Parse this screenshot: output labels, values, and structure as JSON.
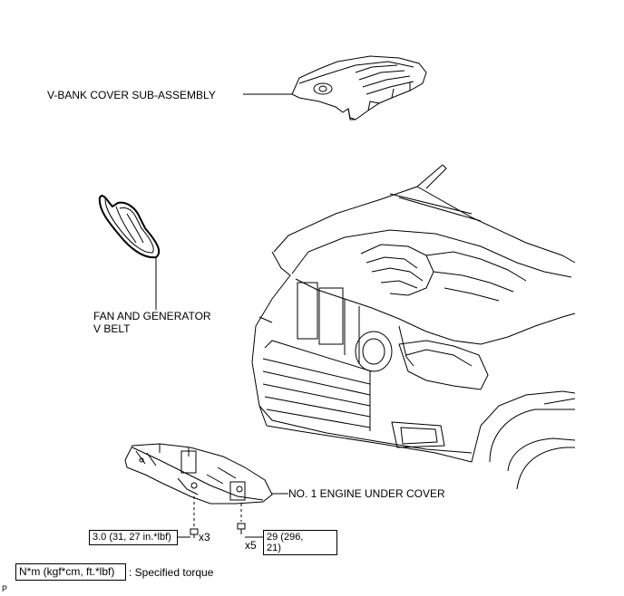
{
  "labels": {
    "vbank_cover": "V-BANK COVER SUB-ASSEMBLY",
    "fan_belt_line1": "FAN AND GENERATOR",
    "fan_belt_line2": "V BELT",
    "under_cover": "NO. 1 ENGINE UNDER COVER"
  },
  "torque": {
    "bolt_a_spec": "3.0 (31, 27 in.*lbf)",
    "bolt_a_qty": "x3",
    "bolt_b_spec_line1": "29 (296,",
    "bolt_b_spec_line2": "21)",
    "bolt_b_qty": "x5"
  },
  "legend": {
    "unit": "N*m (kgf*cm, ft.*lbf)",
    "description": ": Specified torque"
  },
  "corner_mark": "P"
}
